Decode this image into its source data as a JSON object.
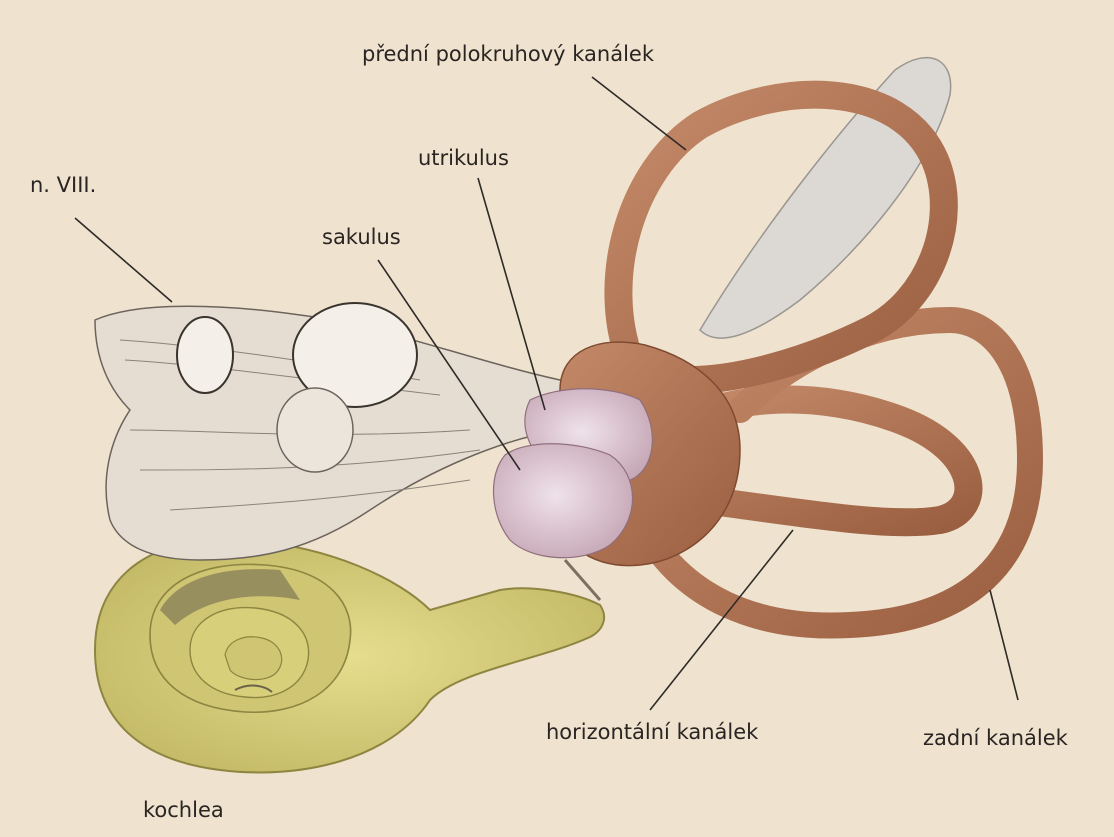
{
  "labels": {
    "anterior_canal": "přední polokruhový kanálek",
    "nerve": "n. VIII.",
    "utricle": "utrikulus",
    "saccule": "sakulus",
    "horizontal_canal": "horizontální kanálek",
    "posterior_canal": "zadní kanálek",
    "cochlea": "kochlea"
  },
  "colors": {
    "paper": "#efe3cf",
    "canal": "#b87a5a",
    "canal_dark": "#8f5538",
    "cochlea": "#d8cf7a",
    "cochlea_dark": "#a39a45",
    "sac": "#d9c6d0",
    "nerve": "#e6ddd2",
    "leader": "#2e2a27"
  }
}
